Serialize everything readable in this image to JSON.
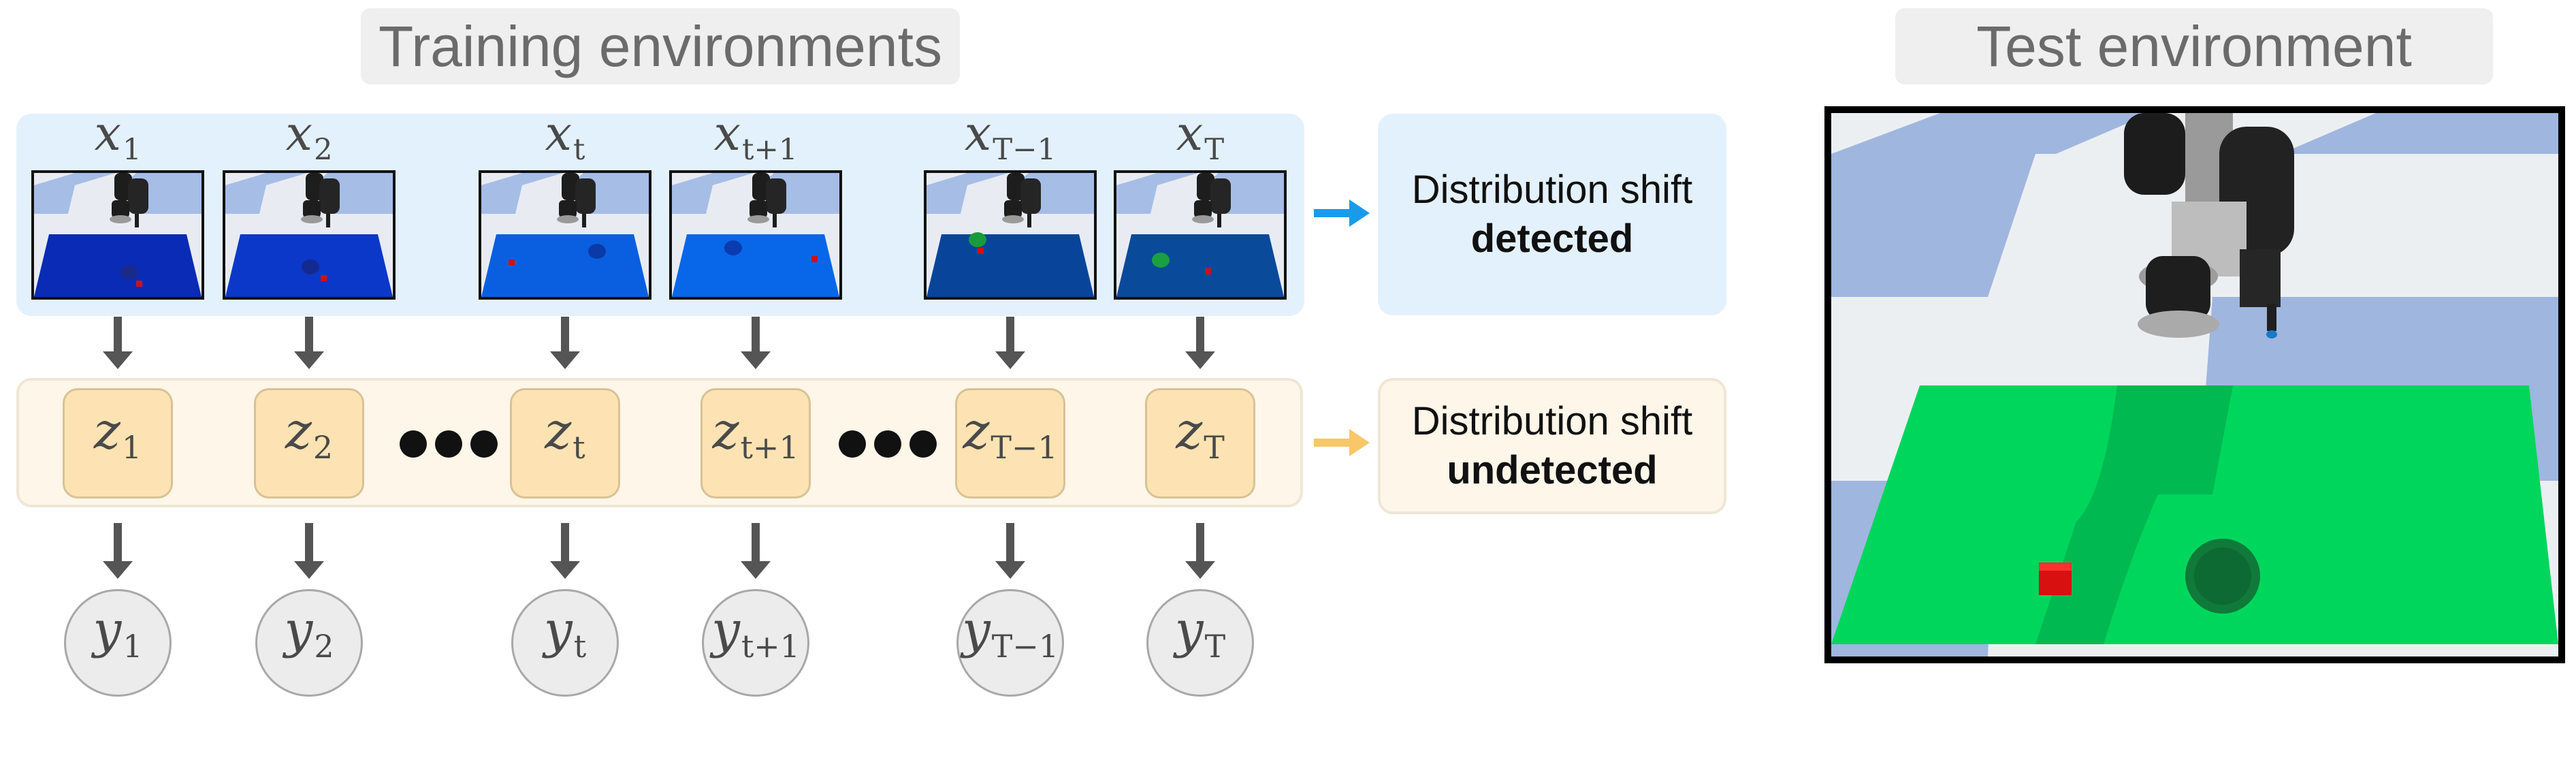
{
  "titles": {
    "training": "Training environments",
    "test": "Test environment"
  },
  "x_labels": [
    {
      "base": "x",
      "sub": "1"
    },
    {
      "base": "x",
      "sub": "2"
    },
    {
      "base": "x",
      "sub": "t"
    },
    {
      "base": "x",
      "sub": "t+1"
    },
    {
      "base": "x",
      "sub": "T−1"
    },
    {
      "base": "x",
      "sub": "T"
    }
  ],
  "z_labels": [
    {
      "base": "z",
      "sub": "1"
    },
    {
      "base": "z",
      "sub": "2"
    },
    {
      "base": "z",
      "sub": "t"
    },
    {
      "base": "z",
      "sub": "t+1"
    },
    {
      "base": "z",
      "sub": "T−1"
    },
    {
      "base": "z",
      "sub": "T"
    }
  ],
  "y_labels": [
    {
      "base": "y",
      "sub": "1"
    },
    {
      "base": "y",
      "sub": "2"
    },
    {
      "base": "y",
      "sub": "t"
    },
    {
      "base": "y",
      "sub": "t+1"
    },
    {
      "base": "y",
      "sub": "T−1"
    },
    {
      "base": "y",
      "sub": "T"
    }
  ],
  "thumbnails": [
    {
      "table_color": "#0a2bb5",
      "object_color": "#1a2a8a",
      "cube_color": "#d01010"
    },
    {
      "table_color": "#0b38c8",
      "object_color": "#142a90",
      "cube_color": "#d01010"
    },
    {
      "table_color": "#0a5fe0",
      "object_color": "#0a3aa8",
      "cube_color": "#d01010"
    },
    {
      "table_color": "#0866e8",
      "object_color": "#0a3cb0",
      "cube_color": "#d01010"
    },
    {
      "table_color": "#08459a",
      "object_color": "#1a9a3a",
      "cube_color": "#d01010"
    },
    {
      "table_color": "#0a4a9a",
      "object_color": "#1aa040",
      "cube_color": "#d01010"
    }
  ],
  "results": {
    "detected": {
      "line1": "Distribution shift",
      "line2": "detected"
    },
    "undetected": {
      "line1": "Distribution shift",
      "line2": "undetected"
    }
  },
  "colors": {
    "blue_band": "#e3f1fc",
    "orange_band": "#fdf6e9",
    "detected_arrow": "#1a9bea",
    "undetected_arrow": "#f7c76a",
    "z_fill": "#fde3b3",
    "test_table": "#00d65c",
    "arrow_gray": "#555555"
  }
}
